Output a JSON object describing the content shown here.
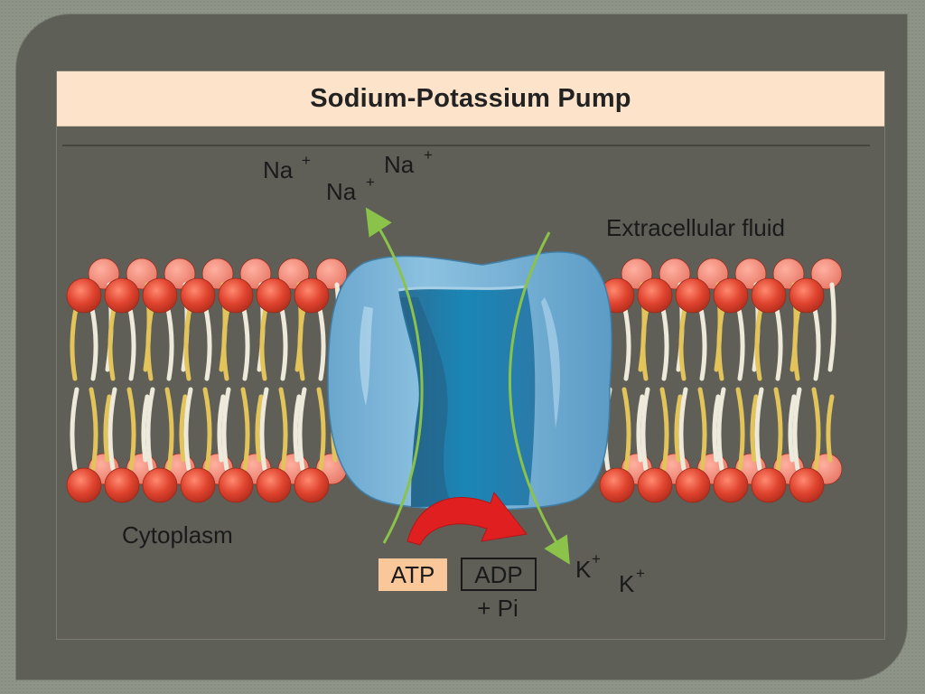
{
  "title": "Sodium-Potassium Pump",
  "labels": {
    "na_1": "Na",
    "na_2": "Na",
    "na_3": "Na",
    "plus": "+",
    "extracellular": "Extracellular fluid",
    "cytoplasm": "Cytoplasm",
    "atp": "ATP",
    "adp": "ADP",
    "pi": "+ Pi",
    "k_1": "K",
    "k_2": "K"
  },
  "colors": {
    "title_background": "#fde3c9",
    "lipid_head": "#e0442f",
    "lipid_tail_yellow": "#e2c45a",
    "lipid_tail_white": "#eeeadb",
    "pump_light": "#7fb6d8",
    "pump_dark": "#1d7fae",
    "arrow_green": "#8bc34a",
    "arrow_red": "#e02020",
    "atp_box": "#f9c79a"
  },
  "icons": [
    "sodium-efflux-arrow",
    "potassium-influx-arrow",
    "atp-hydrolysis-arrow"
  ]
}
